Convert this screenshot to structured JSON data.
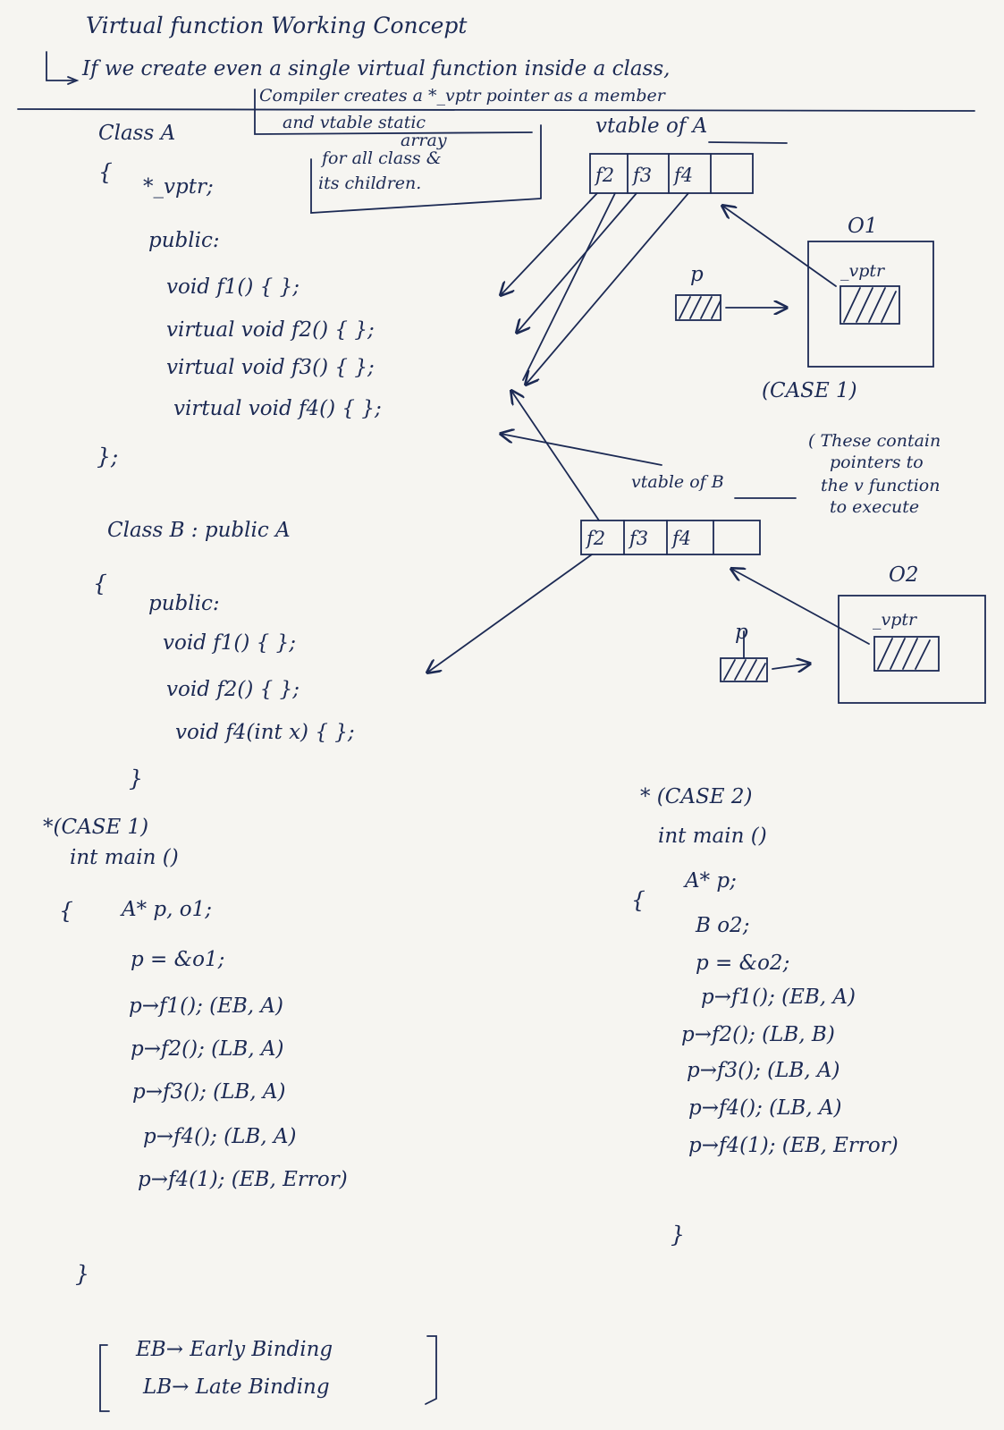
{
  "title": "Virtual function Working Concept",
  "intro": {
    "line1": "If we create even a single virtual function inside a class,",
    "line2": "Compiler creates a *_vptr pointer as a member",
    "box_line1": "and vtable static",
    "box_line2": "array",
    "box_line3": "for all class &",
    "box_line4": "its children."
  },
  "class_a": {
    "header": "Class A",
    "open_brace": "{",
    "vptr": "*_vptr;",
    "access": "public:",
    "methods": [
      "void f1() { };",
      "virtual void f2() { };",
      "virtual void f3() { };",
      "virtual void f4() { };"
    ],
    "close": "};"
  },
  "class_b": {
    "header": "Class B : public A",
    "open_brace": "{",
    "access": "public:",
    "methods": [
      "void f1() { };",
      "void f2() { };",
      "void f4(int x) { };"
    ],
    "close": "}"
  },
  "vtable_a": {
    "label": "vtable of A",
    "cells": [
      "f2",
      "f3",
      "f4",
      ""
    ]
  },
  "vtable_b": {
    "label": "vtable of B",
    "cells": [
      "f2",
      "f3",
      "f4",
      ""
    ],
    "note_line1": "( These contain",
    "note_line2": "pointers to",
    "note_line3": "the v function",
    "note_line4": "to execute"
  },
  "obj1": {
    "name": "O1",
    "member": "_vptr",
    "pointer": "p",
    "case": "(CASE 1)"
  },
  "obj2": {
    "name": "O2",
    "member": "_vptr",
    "pointer": "p"
  },
  "case1": {
    "header": "*(CASE 1)",
    "main": "int main ()",
    "open": "{",
    "lines": [
      "A* p, o1;",
      "p = &o1;",
      "p→f1(); (EB, A)",
      "p→f2(); (LB, A)",
      "p→f3(); (LB, A)",
      "p→f4(); (LB, A)",
      "p→f4(1); (EB, Error)"
    ],
    "close": "}"
  },
  "case2": {
    "header": "* (CASE 2)",
    "main": "int main ()",
    "open": "{",
    "lines": [
      "A* p;",
      "B o2;",
      "p = &o2;",
      "p→f1(); (EB, A)",
      "p→f2(); (LB, B)",
      "p→f3(); (LB, A)",
      "p→f4(); (LB, A)",
      "p→f4(1); (EB, Error)"
    ],
    "close": "}"
  },
  "legend": {
    "line1": "EB→ Early Binding",
    "line2": "LB→ Late Binding"
  },
  "ink_color": "#1c2a54",
  "paper_color": "#f6f5f1"
}
